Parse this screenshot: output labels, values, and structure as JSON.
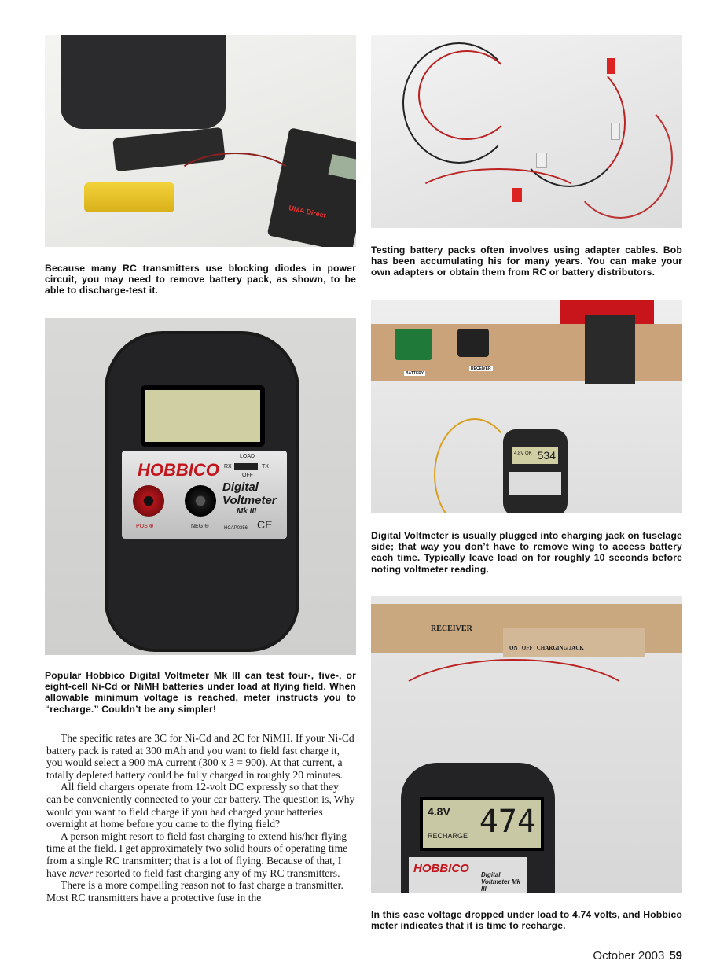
{
  "photos": {
    "transmitter": {
      "charger_brand": "UMA Direct"
    },
    "voltmeter": {
      "brand": "HOBBICO",
      "model_line1": "Digital",
      "model_line2": "Voltmeter",
      "model_line3": "Mk III",
      "switch_load": "LOAD",
      "switch_rx": "RX",
      "switch_tx": "TX",
      "switch_off": "OFF",
      "pos_label": "POS ⊕",
      "neg_label": "NEG ⊖",
      "part_no": "HCAP0356",
      "ce_mark": "CE"
    },
    "fuselage": {
      "battery_label": "BATTERY",
      "receiver_label": "RECEIVER",
      "lcd_left": "4.8V  OK",
      "lcd_reading": "534"
    },
    "recharge": {
      "receiver_label": "RECEIVER",
      "switch_label": "ON   OFF   CHARGING JACK",
      "lcd_voltage": "4.8V",
      "lcd_status": "RECHARGE",
      "lcd_reading": "474",
      "brand": "HOBBICO",
      "model": "Digital Voltmeter Mk III"
    }
  },
  "captions": {
    "transmitter": "Because many RC transmitters use blocking diodes in power circuit, you may need to remove battery pack, as shown, to be able to discharge-test it.",
    "cables": "Testing battery packs often involves using adapter cables. Bob has been accumulating his for many years. You can make your own adapters or obtain them from RC or battery distributors.",
    "voltmeter": "Popular Hobbico Digital Voltmeter Mk III can test four-, five-, or eight-cell Ni-Cd or NiMH batteries under load at flying field. When allowable minimum voltage is reached, meter instructs you to “recharge.” Couldn’t be any simpler!",
    "fuselage": "Digital Voltmeter is usually plugged into charging jack on fuselage side; that way you don’t have to remove wing to access battery each time. Typically leave load on for roughly 10 seconds before noting voltmeter reading.",
    "recharge": "In this case voltage dropped under load to 4.74 volts, and Hobbico meter indicates that it is time to recharge."
  },
  "body": {
    "p1": "The specific rates are 3C for Ni-Cd and 2C for NiMH. If your Ni-Cd battery pack is rated at 300 mAh and you want to field fast charge it, you would select a 900 mA current (300 x 3 = 900). At that current, a totally depleted battery could be fully charged in roughly 20 minutes.",
    "p2": "All field chargers operate from 12-volt DC expressly so that they can be conveniently connected to your car battery. The question is, Why would you want to field charge if you had charged your batteries overnight at home before you came to the flying field?",
    "p3_before": "A person might resort to field fast charging to extend his/her flying time at the field. I get approximately two solid hours of operating time from a single RC transmitter; that is a lot of flying. Because of that, I have ",
    "p3_em": "never",
    "p3_after": " resorted to field fast charging any of my RC transmitters.",
    "p4": "There is a more compelling reason not to fast charge a transmitter. Most RC transmitters have a protective fuse in the"
  },
  "footer": {
    "issue": "October 2003",
    "page": "59"
  }
}
